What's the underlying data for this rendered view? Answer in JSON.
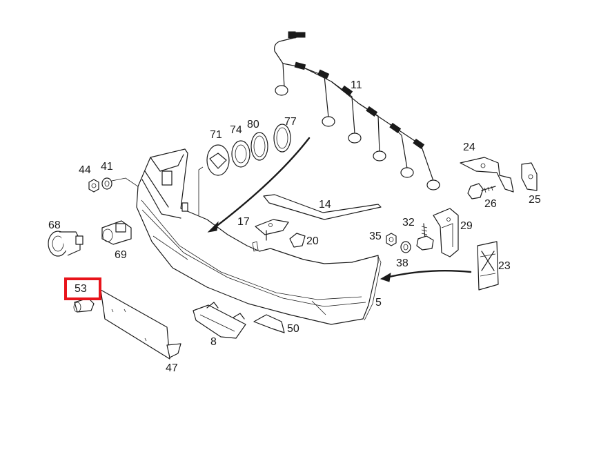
{
  "highlight_color": "#e8141b",
  "line_color": "#1a1a1a",
  "labels": {
    "p11": "11",
    "p24": "24",
    "p25": "25",
    "p26": "26",
    "p71": "71",
    "p74": "74",
    "p80": "80",
    "p77": "77",
    "p44": "44",
    "p41": "41",
    "p14": "14",
    "p17": "17",
    "p20": "20",
    "p35": "35",
    "p32": "32",
    "p29": "29",
    "p38": "38",
    "p23": "23",
    "p68": "68",
    "p69": "69",
    "p53": "53",
    "p5": "5",
    "p50": "50",
    "p8": "8",
    "p47": "47"
  }
}
